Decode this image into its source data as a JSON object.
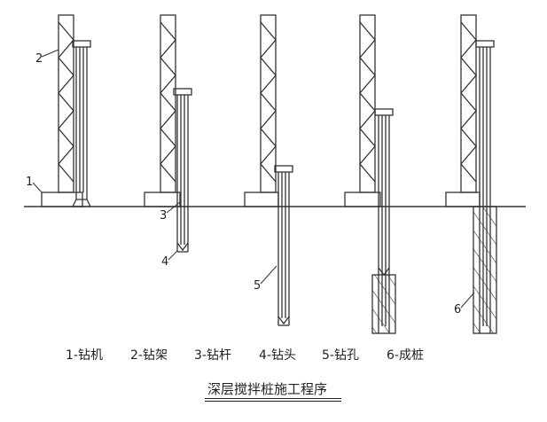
{
  "callouts": {
    "c1": "1",
    "c2": "2",
    "c3": "3",
    "c4": "4",
    "c5": "5",
    "c6": "6"
  },
  "legend": [
    "1-钻机",
    "2-钻架",
    "3-钻杆",
    "4-钻头",
    "5-钻孔",
    "6-成桩"
  ],
  "caption": "深层搅拌桩施工程序"
}
